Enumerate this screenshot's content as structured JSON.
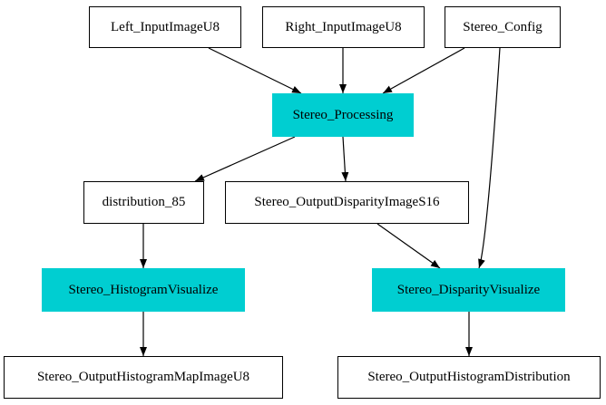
{
  "colors": {
    "process_fill": "#00CED1",
    "edge": "#000000",
    "data_border": "#000000",
    "background": "#FFFFFF"
  },
  "nodes": {
    "left_input": {
      "label": "Left_InputImageU8",
      "kind": "data"
    },
    "right_input": {
      "label": "Right_InputImageU8",
      "kind": "data"
    },
    "stereo_config": {
      "label": "Stereo_Config",
      "kind": "data"
    },
    "stereo_processing": {
      "label": "Stereo_Processing",
      "kind": "process"
    },
    "distribution": {
      "label": "distribution_85",
      "kind": "data"
    },
    "output_disparity": {
      "label": "Stereo_OutputDisparityImageS16",
      "kind": "data"
    },
    "histogram_visualize": {
      "label": "Stereo_HistogramVisualize",
      "kind": "process"
    },
    "disparity_visualize": {
      "label": "Stereo_DisparityVisualize",
      "kind": "process"
    },
    "output_histogram_map": {
      "label": "Stereo_OutputHistogramMapImageU8",
      "kind": "data"
    },
    "output_histogram_distribution": {
      "label": "Stereo_OutputHistogramDistribution",
      "kind": "data"
    }
  },
  "edges": [
    {
      "from": "left_input",
      "to": "stereo_processing"
    },
    {
      "from": "right_input",
      "to": "stereo_processing"
    },
    {
      "from": "stereo_config",
      "to": "stereo_processing"
    },
    {
      "from": "stereo_config",
      "to": "disparity_visualize"
    },
    {
      "from": "stereo_processing",
      "to": "distribution"
    },
    {
      "from": "stereo_processing",
      "to": "output_disparity"
    },
    {
      "from": "distribution",
      "to": "histogram_visualize"
    },
    {
      "from": "output_disparity",
      "to": "disparity_visualize"
    },
    {
      "from": "histogram_visualize",
      "to": "output_histogram_map"
    },
    {
      "from": "disparity_visualize",
      "to": "output_histogram_distribution"
    }
  ]
}
